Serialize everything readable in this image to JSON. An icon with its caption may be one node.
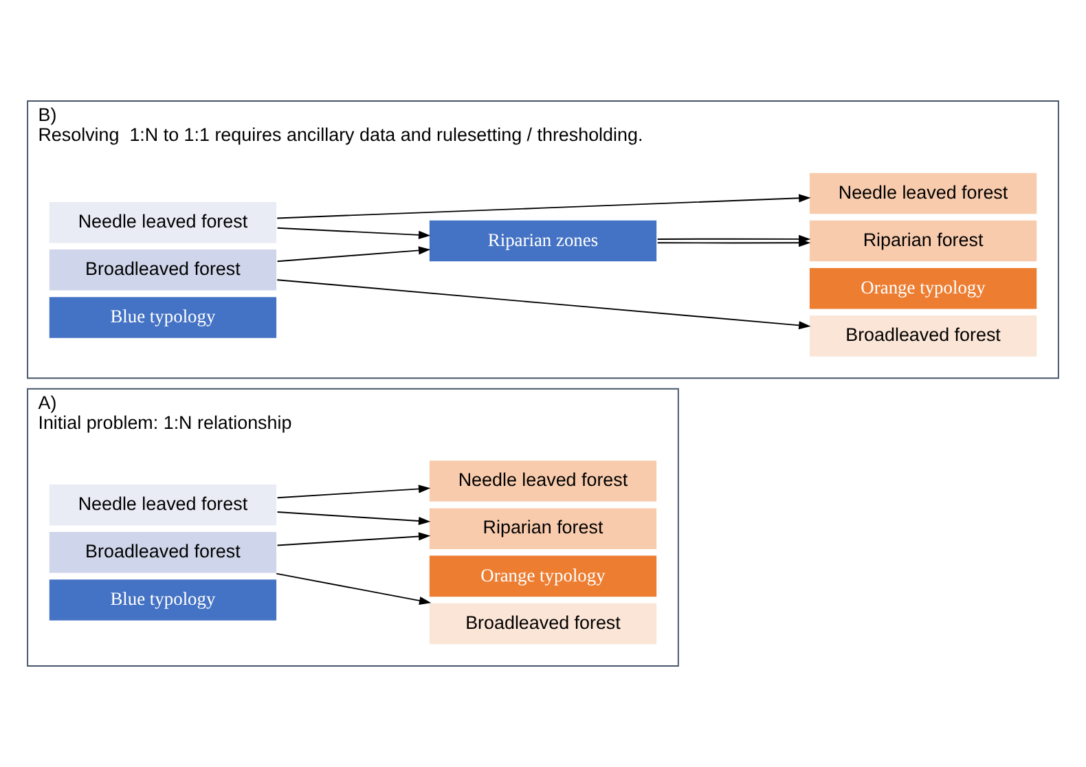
{
  "diagram": {
    "nodes": [
      {
        "text": [
          "A)",
          "Initial problem: 1:N relationship"
        ]
      },
      {
        "text": [
          "Blue typology"
        ],
        "in": 0
      },
      {
        "text": [
          "Broadleaved forest"
        ],
        "in": 0
      },
      {
        "text": [
          "Needle leaved forest"
        ],
        "in": 0
      },
      {
        "text": [
          "Orange typology"
        ],
        "in": 0
      },
      {
        "text": [
          "Riparian forest"
        ],
        "in": 0
      },
      {
        "text": [
          "Broadleaved forest"
        ],
        "in": 0
      },
      {
        "text": [
          "Needle leaved forest"
        ],
        "in": 0
      },
      {
        "text": [
          "B)",
          "Resolving  1:N to 1:1 requires ancillary data and rulesetting / thresholding."
        ]
      },
      {
        "text": [
          "Blue typology"
        ],
        "in": 8
      },
      {
        "text": [
          "Broadleaved forest"
        ],
        "in": 8
      },
      {
        "text": [
          "Needle leaved forest"
        ],
        "in": 8
      },
      {
        "text": [
          "Orange typology"
        ],
        "in": 8
      },
      {
        "text": [
          "Riparian forest"
        ],
        "in": 8
      },
      {
        "text": [
          "Broadleaved forest"
        ],
        "in": 8
      },
      {
        "text": [
          "Needle leaved forest"
        ],
        "in": 8
      },
      {
        "text": [
          "Riparian zones"
        ],
        "in": 8
      }
    ],
    "edges": [
      {
        "from": 2,
        "to": 5,
        "arrow": "to"
      },
      {
        "from": 2,
        "to": 6,
        "arrow": "to"
      },
      {
        "from": 3,
        "to": 5,
        "arrow": "to"
      },
      {
        "from": 3,
        "to": 7,
        "arrow": "to"
      },
      {
        "from": 10,
        "to": 14,
        "arrow": "to"
      },
      {
        "from": 10,
        "to": 16,
        "arrow": "to"
      },
      {
        "from": 11,
        "to": 15,
        "arrow": "to"
      },
      {
        "from": 11,
        "to": 16,
        "arrow": "to"
      },
      {
        "from": 16,
        "to": 13,
        "arrow": "to"
      },
      {
        "from": 16,
        "to": 13,
        "arrow": "to"
      }
    ]
  }
}
